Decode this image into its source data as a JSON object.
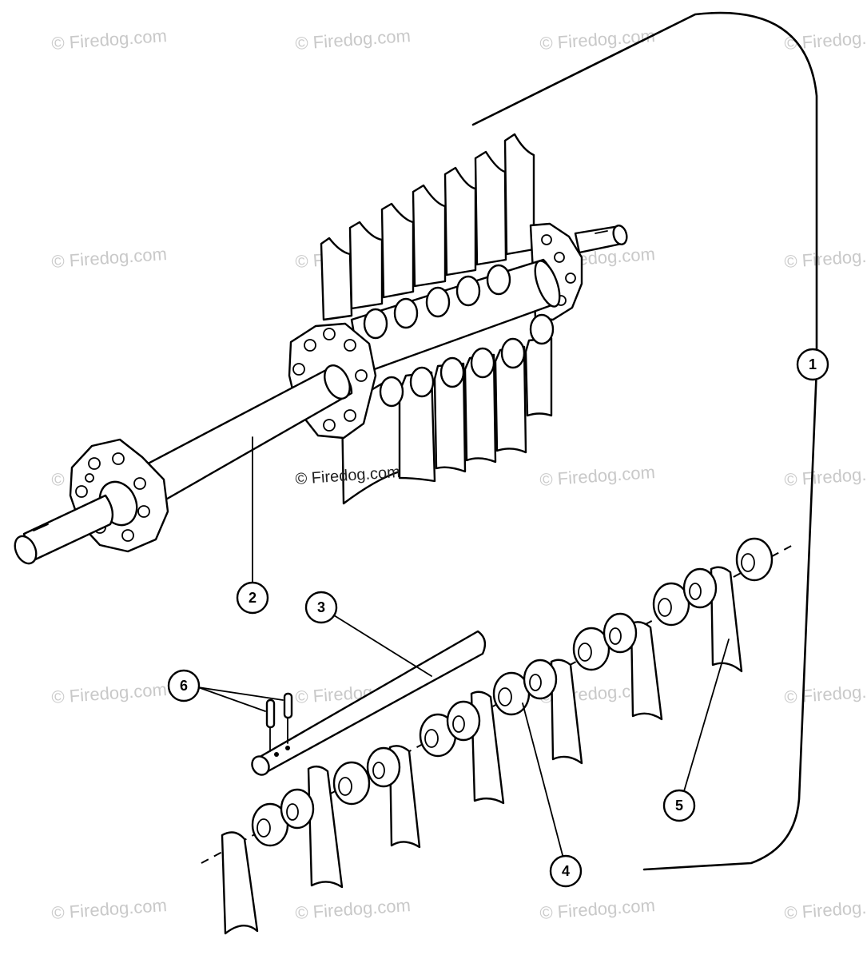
{
  "watermark": {
    "text": "© Firedog.com",
    "center_text": "© Firedog.com"
  },
  "callouts": [
    {
      "id": "1",
      "label": "1"
    },
    {
      "id": "2",
      "label": "2"
    },
    {
      "id": "3",
      "label": "3"
    },
    {
      "id": "4",
      "label": "4"
    },
    {
      "id": "5",
      "label": "5"
    },
    {
      "id": "6",
      "label": "6"
    }
  ],
  "colors": {
    "ink": "#000000",
    "watermark": "#c9c9c9",
    "background": "#ffffff"
  }
}
